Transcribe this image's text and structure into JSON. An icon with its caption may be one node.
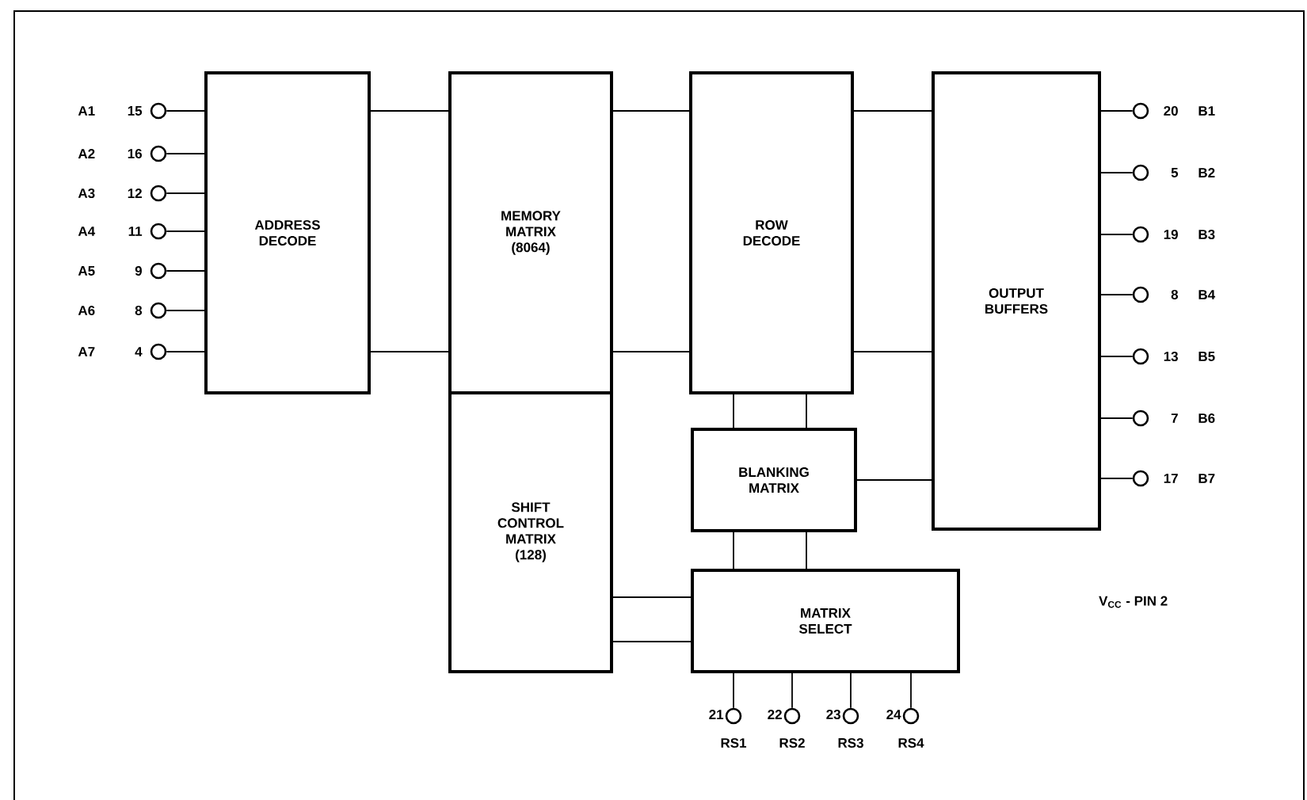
{
  "diagram": {
    "nodes": [
      {
        "text": [
          "ADDRESS DECODE"
        ]
      },
      {
        "text": [
          "MEMORY MATRIX (8064)"
        ]
      },
      {
        "text": [
          "ROW DECODE"
        ]
      },
      {
        "text": [
          "OUTPUT BUFFERS"
        ]
      },
      {
        "text": [
          "SHIFT CONTROL MATRIX (128)"
        ]
      },
      {
        "text": [
          "BLANKING MATRIX"
        ]
      },
      {
        "text": [
          "MATRIX SELECT"
        ]
      },
      {
        "text": [],
        "shape": "circle",
        "beside": [
          "A1",
          "15"
        ]
      },
      {
        "text": [],
        "shape": "circle",
        "beside": [
          "A2",
          "16"
        ]
      },
      {
        "text": [],
        "shape": "circle",
        "beside": [
          "A3",
          "12"
        ]
      },
      {
        "text": [],
        "shape": "circle",
        "beside": [
          "A4",
          "11"
        ]
      },
      {
        "text": [],
        "shape": "circle",
        "beside": [
          "A5",
          "9"
        ]
      },
      {
        "text": [],
        "shape": "circle",
        "beside": [
          "A6",
          "8"
        ]
      },
      {
        "text": [],
        "shape": "circle",
        "beside": [
          "A7",
          "4"
        ]
      },
      {
        "text": [],
        "shape": "circle",
        "beside": [
          "20",
          "B1"
        ]
      },
      {
        "text": [],
        "shape": "circle",
        "beside": [
          "5",
          "B2"
        ]
      },
      {
        "text": [],
        "shape": "circle",
        "beside": [
          "19",
          "B3"
        ]
      },
      {
        "text": [],
        "shape": "circle",
        "beside": [
          "8",
          "B4"
        ]
      },
      {
        "text": [],
        "shape": "circle",
        "beside": [
          "13",
          "B5"
        ]
      },
      {
        "text": [],
        "shape": "circle",
        "beside": [
          "7",
          "B6"
        ]
      },
      {
        "text": [],
        "shape": "circle",
        "beside": [
          "17",
          "B7"
        ]
      },
      {
        "text": [],
        "shape": "circle",
        "beside": [
          "21",
          "RS1"
        ]
      },
      {
        "text": [],
        "shape": "circle",
        "beside": [
          "22",
          "RS2"
        ]
      },
      {
        "text": [],
        "shape": "circle",
        "beside": [
          "23",
          "RS3"
        ]
      },
      {
        "text": [],
        "shape": "circle",
        "beside": [
          "24",
          "RS4"
        ]
      }
    ],
    "edges": [
      {
        "from": 7,
        "to": 0,
        "arrow": "none"
      },
      {
        "from": 8,
        "to": 0,
        "arrow": "none"
      },
      {
        "from": 9,
        "to": 0,
        "arrow": "none"
      },
      {
        "from": 10,
        "to": 0,
        "arrow": "none"
      },
      {
        "from": 11,
        "to": 0,
        "arrow": "none"
      },
      {
        "from": 12,
        "to": 0,
        "arrow": "none"
      },
      {
        "from": 13,
        "to": 0,
        "arrow": "none"
      },
      {
        "from": 0,
        "to": 1,
        "arrow": "none"
      },
      {
        "from": 0,
        "to": 1,
        "arrow": "none"
      },
      {
        "from": 1,
        "to": 2,
        "arrow": "none"
      },
      {
        "from": 1,
        "to": 2,
        "arrow": "none"
      },
      {
        "from": 2,
        "to": 3,
        "arrow": "none"
      },
      {
        "from": 2,
        "to": 3,
        "arrow": "none"
      },
      {
        "from": 2,
        "to": 5,
        "arrow": "none"
      },
      {
        "from": 2,
        "to": 5,
        "arrow": "none"
      },
      {
        "from": 5,
        "to": 3,
        "arrow": "none"
      },
      {
        "from": 5,
        "to": 6,
        "arrow": "none"
      },
      {
        "from": 5,
        "to": 6,
        "arrow": "none"
      },
      {
        "from": 4,
        "to": 6,
        "arrow": "none"
      },
      {
        "from": 4,
        "to": 6,
        "arrow": "none"
      },
      {
        "from": 3,
        "to": 14,
        "arrow": "none"
      },
      {
        "from": 3,
        "to": 15,
        "arrow": "none"
      },
      {
        "from": 3,
        "to": 16,
        "arrow": "none"
      },
      {
        "from": 3,
        "to": 17,
        "arrow": "none"
      },
      {
        "from": 3,
        "to": 18,
        "arrow": "none"
      },
      {
        "from": 3,
        "to": 19,
        "arrow": "none"
      },
      {
        "from": 3,
        "to": 20,
        "arrow": "none"
      },
      {
        "from": 6,
        "to": 21,
        "arrow": "none"
      },
      {
        "from": 6,
        "to": 22,
        "arrow": "none"
      },
      {
        "from": 6,
        "to": 23,
        "arrow": "none"
      },
      {
        "from": 6,
        "to": 24,
        "arrow": "none"
      }
    ],
    "labels": [
      "V$_{CC}$ - PIN 2"
    ]
  }
}
